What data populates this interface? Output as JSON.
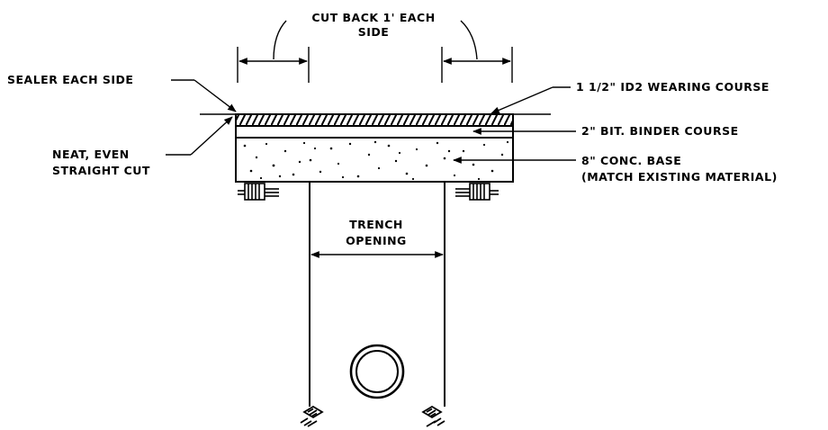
{
  "labels": {
    "cut_back_line1": "CUT BACK 1' EACH",
    "cut_back_line2": "SIDE",
    "sealer": "SEALER EACH SIDE",
    "wearing": "1 1/2\" ID2 WEARING COURSE",
    "binder": "2\" BIT. BINDER COURSE",
    "base_line1": "8\" CONC. BASE",
    "base_line2": "(MATCH EXISTING MATERIAL)",
    "neat_line1": "NEAT, EVEN",
    "neat_line2": "STRAIGHT CUT",
    "trench_line1": "TRENCH",
    "trench_line2": "OPENING"
  }
}
